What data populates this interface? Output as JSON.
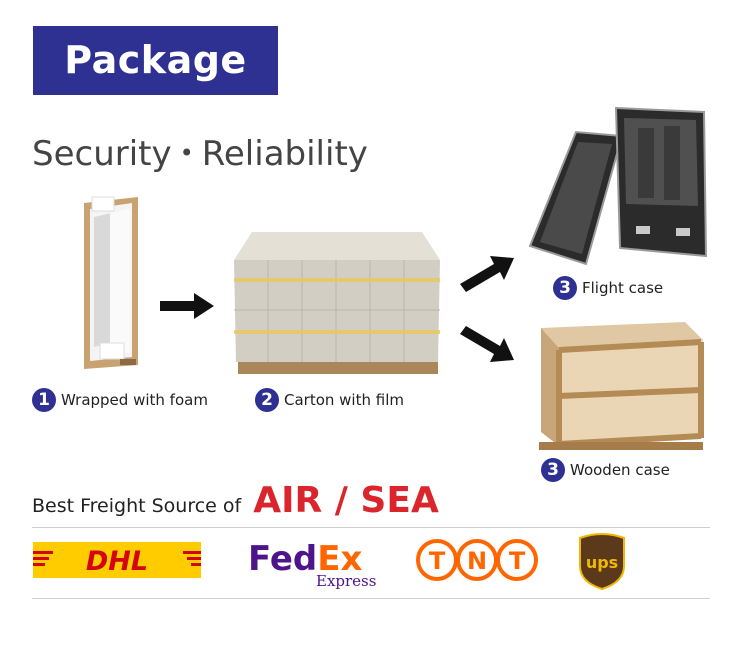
{
  "header": {
    "title": "Package"
  },
  "subtitle": {
    "left": "Security",
    "separator": "•",
    "right": "Reliability"
  },
  "steps": [
    {
      "number": "1",
      "label": "Wrapped with foam"
    },
    {
      "number": "2",
      "label": "Carton with film"
    },
    {
      "number": "3",
      "label": "Flight case"
    },
    {
      "number": "3",
      "label": "Wooden case"
    }
  ],
  "freight": {
    "prefix": "Best Freight Source of",
    "modes": "AIR / SEA"
  },
  "carriers": [
    {
      "name": "DHL",
      "color": "#d40511",
      "bg": "#ffcc00"
    },
    {
      "name": "FedEx",
      "sub": "Express",
      "color_fed": "#4d148c",
      "color_ex": "#ff6600"
    },
    {
      "name": "TNT",
      "color": "#ff6600"
    },
    {
      "name": "UPS",
      "color": "#5a3a1a",
      "accent": "#f2b705"
    }
  ],
  "colors": {
    "accent": "#2e3192",
    "freight_red": "#d9252b"
  }
}
